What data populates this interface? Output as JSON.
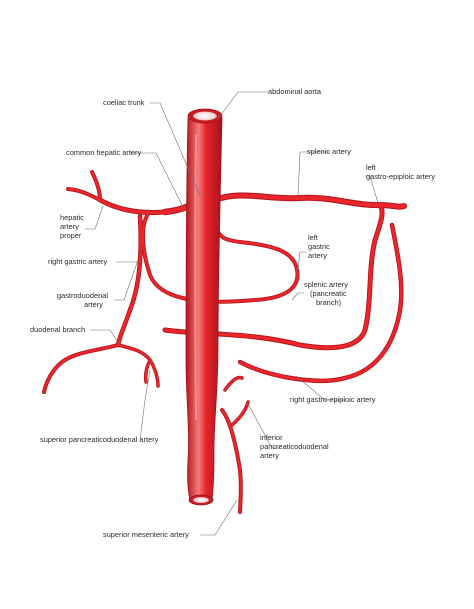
{
  "colors": {
    "artery": "#e8262b",
    "artery_dark": "#b3141a",
    "artery_highlight": "#f47a7c",
    "leader_line": "#6f6f6f",
    "label_text": "#2b2b2b",
    "background": "#ffffff"
  },
  "labels": {
    "abdominal_aorta": "abdominal aorta",
    "coeliac_trunk": "coeliac trunk",
    "common_hepatic_artery": "common hepatic artery",
    "splenic_artery": "splenic artery",
    "left_gastro_epiploic_1": "left",
    "left_gastro_epiploic_2": "gastro-epiploic artery",
    "hepatic_artery_proper_1": "hepatic",
    "hepatic_artery_proper_2": "artery",
    "hepatic_artery_proper_3": "proper",
    "left_gastric_1": "left",
    "left_gastric_2": "gastric",
    "left_gastric_3": "artery",
    "right_gastric_artery": "right gastric artery",
    "gastroduodenal_1": "gastroduodenal",
    "gastroduodenal_2": "artery",
    "splenic_pancreatic_1": "splenic artery",
    "splenic_pancreatic_2": "(pancreatic",
    "splenic_pancreatic_3": "branch)",
    "duodenal_branch": "duodenal branch",
    "right_gastro_epiploic_artery": "right gastro-epiploic artery",
    "superior_pancreaticoduodenal_artery": "superior pancreaticoduodenal artery",
    "inferior_pd_1": "inferior",
    "inferior_pd_2": "pancreaticoduodenal",
    "inferior_pd_3": "artery",
    "superior_mesenteric_artery": "superior mesenteric artery"
  }
}
